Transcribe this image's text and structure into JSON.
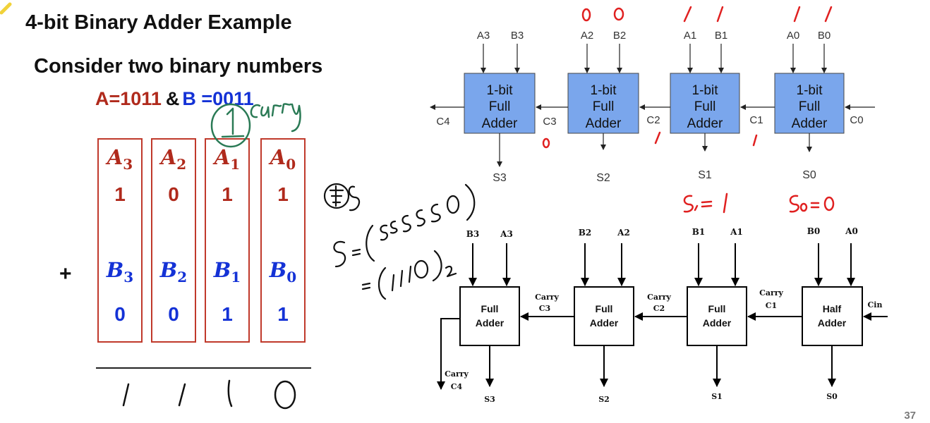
{
  "title": "4-bit Binary Adder Example",
  "subtitle": "Consider two binary numbers",
  "numbers": {
    "a_text": "A=1011",
    "amp": "&",
    "b_text": "B =0011"
  },
  "columns": [
    {
      "a_label": "A",
      "a_sub": "3",
      "a_val": "1",
      "b_label": "B",
      "b_sub": "3",
      "b_val": "0"
    },
    {
      "a_label": "A",
      "a_sub": "2",
      "a_val": "0",
      "b_label": "B",
      "b_sub": "2",
      "b_val": "0"
    },
    {
      "a_label": "A",
      "a_sub": "1",
      "a_val": "1",
      "b_label": "B",
      "b_sub": "1",
      "b_val": "1"
    },
    {
      "a_label": "A",
      "a_sub": "0",
      "a_val": "1",
      "b_label": "B",
      "b_sub": "0",
      "b_val": "1"
    }
  ],
  "plus_sign": "+",
  "page_number": "37",
  "top_diagram": {
    "block_label_lines": [
      "1-bit",
      "Full",
      "Adder"
    ],
    "inputs": [
      {
        "a": "A3",
        "b": "B3"
      },
      {
        "a": "A2",
        "b": "B2"
      },
      {
        "a": "A1",
        "b": "B1"
      },
      {
        "a": "A0",
        "b": "B0"
      }
    ],
    "sums": [
      "S3",
      "S2",
      "S1",
      "S0"
    ],
    "carries": [
      "C4",
      "C3",
      "C2",
      "C1",
      "C0"
    ],
    "block_color": "#7aa6ec"
  },
  "bottom_diagram": {
    "blocks": [
      {
        "line1": "Full",
        "line2": "Adder"
      },
      {
        "line1": "Full",
        "line2": "Adder"
      },
      {
        "line1": "Full",
        "line2": "Adder"
      },
      {
        "line1": "Half",
        "line2": "Adder"
      }
    ],
    "inputs": [
      {
        "left": "B3",
        "right": "A3"
      },
      {
        "left": "B2",
        "right": "A2"
      },
      {
        "left": "B1",
        "right": "A1"
      },
      {
        "left": "B0",
        "right": "A0"
      }
    ],
    "carry_word": "Carry",
    "carries": [
      "C3",
      "C2",
      "C1"
    ],
    "carry_out": "C4",
    "carry_in": "Cin",
    "sums": [
      "S3",
      "S2",
      "S1",
      "S0"
    ]
  },
  "colors": {
    "red": "#b02a1c",
    "blue": "#1432d6",
    "handwriting_red": "#e02020",
    "handwriting_green": "#2a7a55"
  }
}
